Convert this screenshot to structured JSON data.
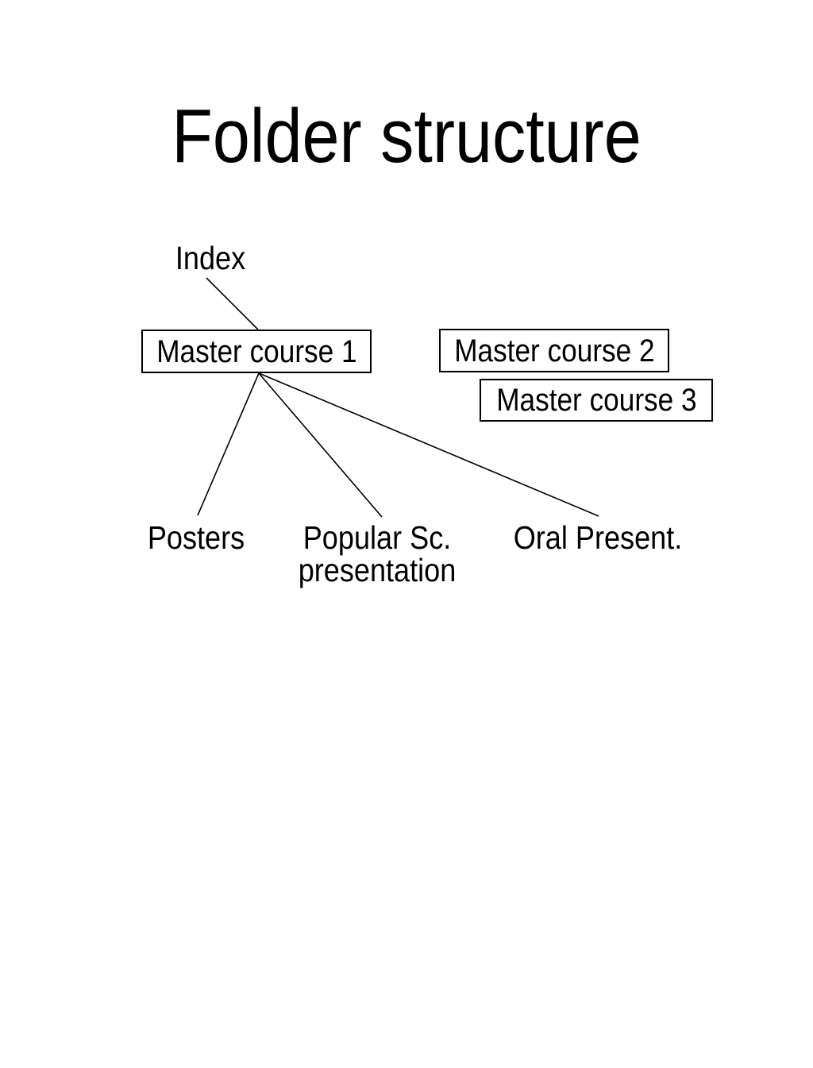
{
  "slide": {
    "title": "Folder structure",
    "background_color": "#ffffff",
    "text_color": "#000000",
    "line_color": "#000000"
  },
  "tree": {
    "root_label": "Index",
    "courses": [
      {
        "label": "Master course 1"
      },
      {
        "label": "Master course 2"
      },
      {
        "label": "Master course 3"
      }
    ],
    "leaves": [
      {
        "lines": [
          "Posters"
        ]
      },
      {
        "lines": [
          "Popular Sc.",
          "presentation"
        ]
      },
      {
        "lines": [
          "Oral Present."
        ]
      }
    ]
  }
}
